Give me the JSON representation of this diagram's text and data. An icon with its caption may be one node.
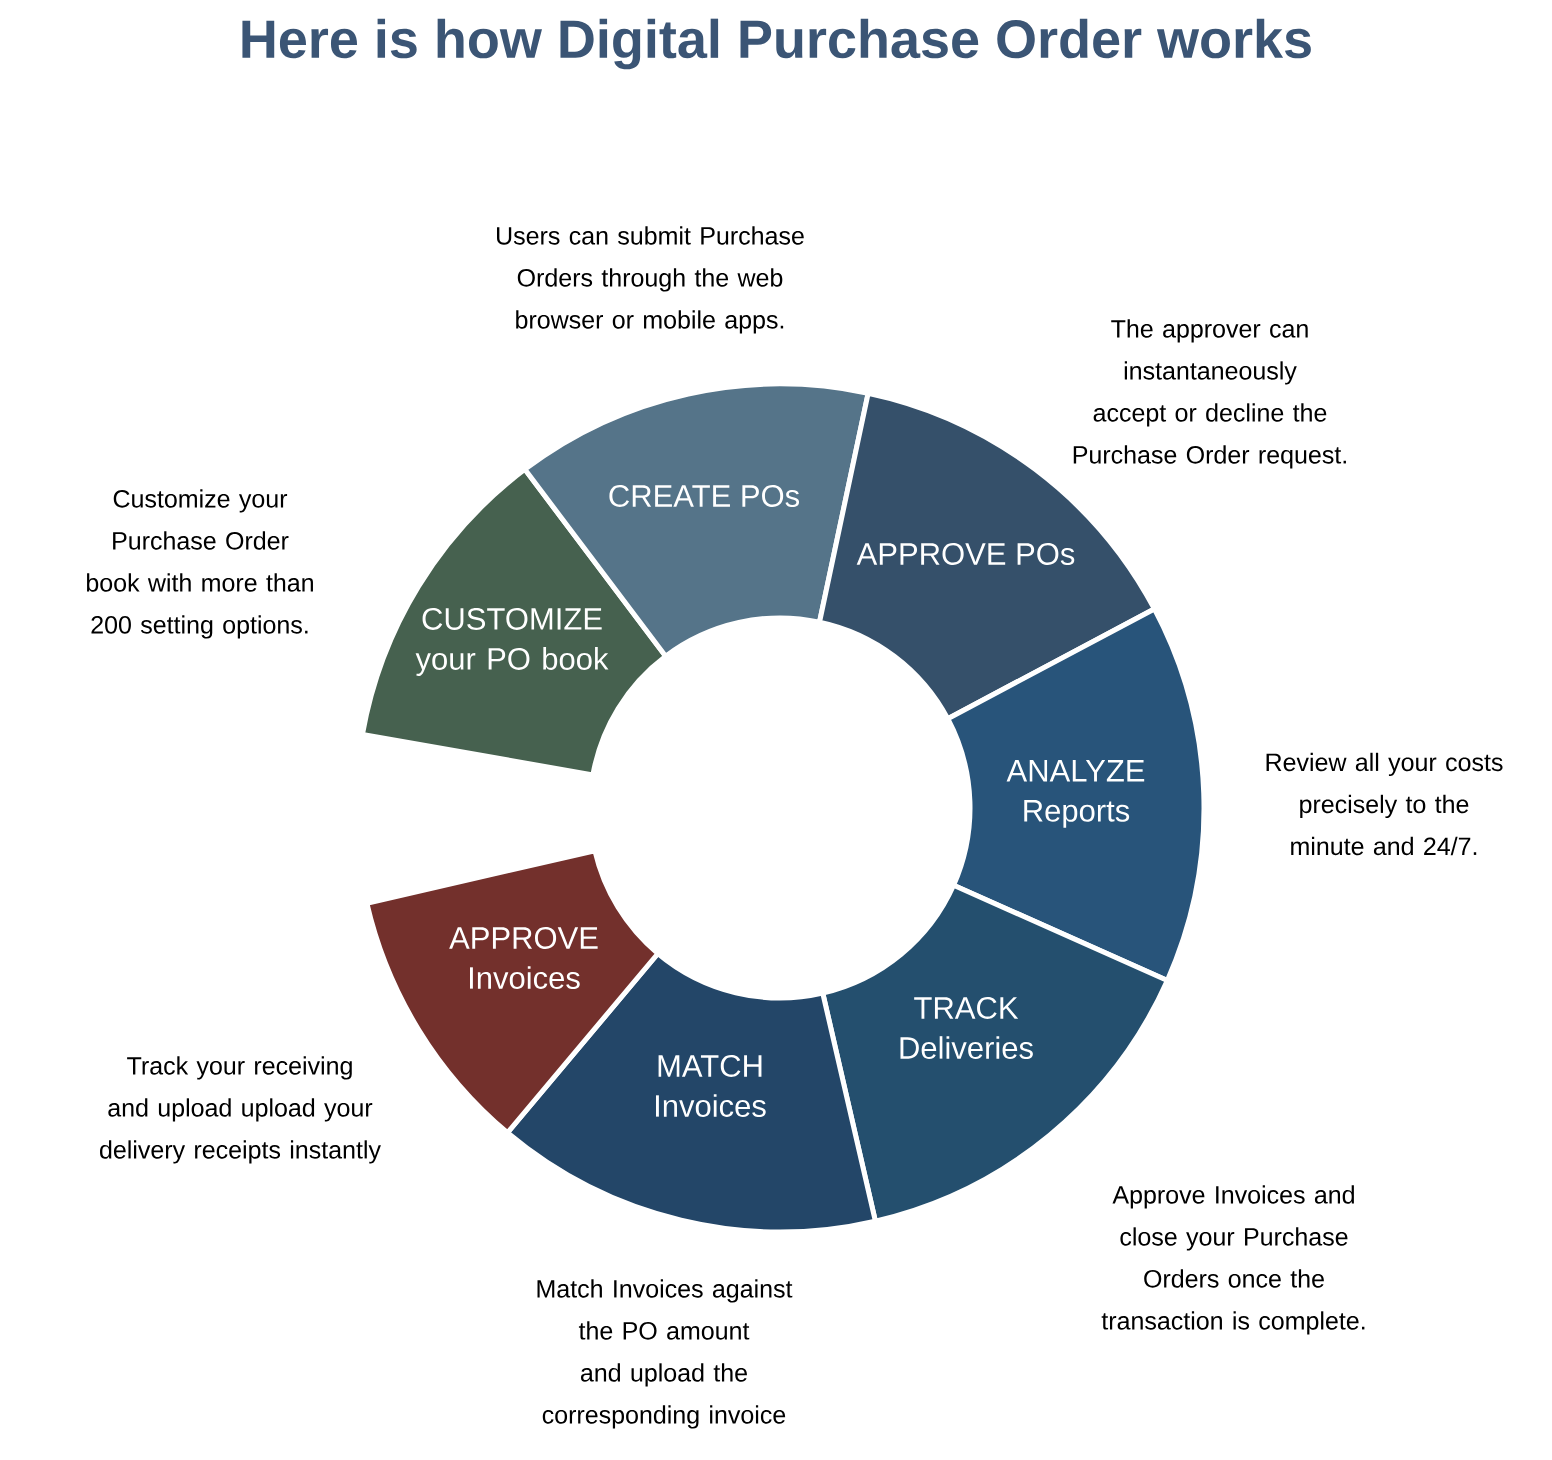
{
  "diagram": {
    "title": "Here is how Digital Purchase Order works",
    "nodes": [
      {
        "text": [
          "CUSTOMIZE your PO book"
        ],
        "beside": [
          "Customize your Purchase Order book with more than 200 setting options."
        ]
      },
      {
        "text": [
          "CREATE POs"
        ],
        "beside": [
          "Users can submit Purchase Orders through the web browser or mobile apps."
        ]
      },
      {
        "text": [
          "APPROVE POs"
        ],
        "beside": [
          "The approver can instantaneously accept or decline the Purchase Order request."
        ]
      },
      {
        "text": [
          "ANALYZE Reports"
        ],
        "beside": [
          "Review all your costs precisely to the minute and 24/7."
        ]
      },
      {
        "text": [
          "TRACK Deliveries"
        ],
        "beside": [
          "Approve Invoices and close your Purchase Orders once the transaction is complete."
        ]
      },
      {
        "text": [
          "MATCH Invoices"
        ],
        "beside": [
          "Match Invoices against the PO amount and upload the corresponding invoice"
        ]
      },
      {
        "text": [
          "APPROVE Invoices"
        ],
        "beside": [
          "Track your receiving and upload upload your delivery receipts instantly"
        ]
      }
    ],
    "edges": []
  }
}
